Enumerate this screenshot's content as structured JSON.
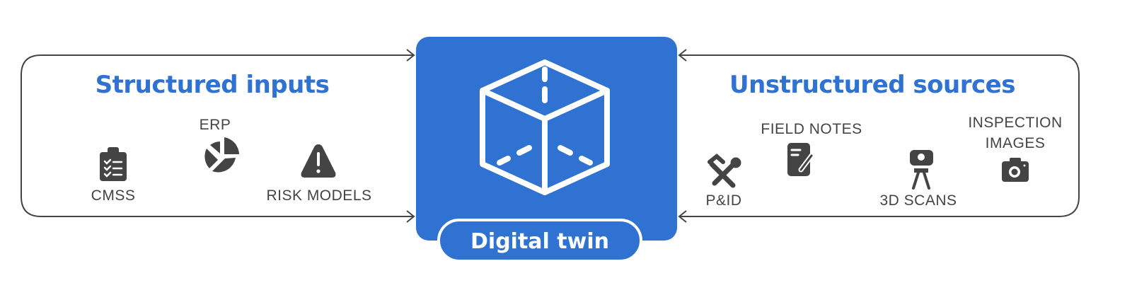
{
  "colors": {
    "accent": "#3072d1",
    "icon": "#444444",
    "line": "#444444"
  },
  "center": {
    "label": "Digital twin",
    "icon": "cube-icon"
  },
  "left_panel": {
    "title": "Structured inputs",
    "items": [
      {
        "label": "CMSS",
        "icon": "clipboard-checklist-icon"
      },
      {
        "label": "ERP",
        "icon": "pie-chart-icon"
      },
      {
        "label": "RISK MODELS",
        "icon": "warning-icon"
      }
    ]
  },
  "right_panel": {
    "title": "Unstructured sources",
    "items": [
      {
        "label": "P&ID",
        "icon": "tools-icon"
      },
      {
        "label": "FIELD NOTES",
        "icon": "notes-icon"
      },
      {
        "label": "3D SCANS",
        "icon": "tripod-scanner-icon"
      },
      {
        "label_line1": "INSPECTION",
        "label_line2": "IMAGES",
        "icon": "camera-icon"
      }
    ]
  }
}
